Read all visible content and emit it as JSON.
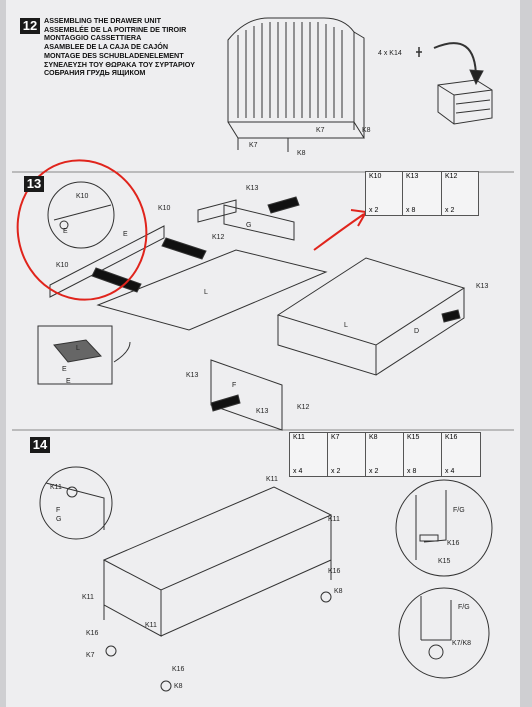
{
  "step12": {
    "number": "12",
    "titles": [
      "ASSEMBLING THE DRAWER UNIT",
      "ASSEMBLÉE DE LA POITRINE DE TIROIR",
      "MONTAGGIO CASSETTIERA",
      "ASAMBLEE DE LA CAJA DE CAJÓN",
      "MONTAGE DES SCHUBLADENELEMENT",
      "ΣΥΝΕΛΕΥΣΗ ΤΟΥ ΘΩΡΑΚΑ ΤΟΥ ΣΥΡΤΑΡΙΟΥ",
      "СОБРАНИЯ ГРУДЬ ЯЩИКОМ"
    ],
    "labels": {
      "k14_qty": "4 x K14",
      "k7a": "K7",
      "k8a": "K8",
      "k7b": "K7",
      "k8b": "K8"
    }
  },
  "step13": {
    "number": "13",
    "parts": [
      {
        "code": "K10",
        "qty": "x 2"
      },
      {
        "code": "K13",
        "qty": "x 8"
      },
      {
        "code": "K12",
        "qty": "x 2"
      }
    ],
    "labels": {
      "k10_a": "K10",
      "e_a": "E",
      "e_b": "E",
      "k10_b": "K10",
      "k10_c": "K10",
      "k13_a": "K13",
      "g": "G",
      "k12_a": "K12",
      "l_a": "L",
      "e_c": "E",
      "l_b": "L",
      "e_d": "E",
      "l_c": "L",
      "d": "D",
      "k13_b": "K13",
      "k13_c": "K13",
      "f": "F",
      "k13_d": "K13",
      "k12_b": "K12"
    }
  },
  "step14": {
    "number": "14",
    "parts": [
      {
        "code": "K11",
        "qty": "x 4"
      },
      {
        "code": "K7",
        "qty": "x 2"
      },
      {
        "code": "K8",
        "qty": "x 2"
      },
      {
        "code": "K15",
        "qty": "x 8"
      },
      {
        "code": "K16",
        "qty": "x 4"
      }
    ],
    "labels": {
      "k11_a": "K11",
      "f": "F",
      "g": "G",
      "k11_b": "K11",
      "k11_c": "K11",
      "k11_d": "K11",
      "k11_e": "K11",
      "k16_a": "K16",
      "k7": "K7",
      "k16_b": "K16",
      "k8_a": "K8",
      "k8_b": "K8",
      "k16_c": "K16",
      "fg_a": "F/G",
      "k16_d": "K16",
      "k15": "K15",
      "fg_b": "F/G",
      "k7k8": "K7/K8"
    }
  },
  "colors": {
    "paper": "#eeeef0",
    "ink": "#222222",
    "annotation_red": "#e0241c",
    "background": "#cfcfd2"
  }
}
